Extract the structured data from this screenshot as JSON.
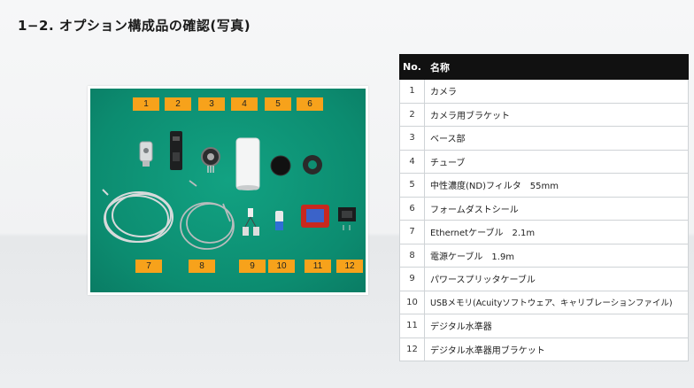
{
  "title": "1−2. オプション構成品の確認(写真)",
  "photo": {
    "labels": [
      "1",
      "2",
      "3",
      "4",
      "5",
      "6",
      "7",
      "8",
      "9",
      "10",
      "11",
      "12"
    ]
  },
  "table": {
    "headers": {
      "no": "No.",
      "name": "名称"
    },
    "rows": [
      {
        "no": "1",
        "name": "カメラ"
      },
      {
        "no": "2",
        "name": "カメラ用ブラケット"
      },
      {
        "no": "3",
        "name": "ベース部"
      },
      {
        "no": "4",
        "name": "チューブ"
      },
      {
        "no": "5",
        "name": "中性濃度(ND)フィルタ　55mm"
      },
      {
        "no": "6",
        "name": "フォームダストシール"
      },
      {
        "no": "7",
        "name": "Ethernetケーブル　2.1m"
      },
      {
        "no": "8",
        "name": "電源ケーブル　1.9m"
      },
      {
        "no": "9",
        "name": "パワースプリッタケーブル"
      },
      {
        "no": "10",
        "name": "USBメモリ(Acuityソフトウェア、キャリブレーションファイル)"
      },
      {
        "no": "11",
        "name": "デジタル水準器"
      },
      {
        "no": "12",
        "name": "デジタル水準器用ブラケット"
      }
    ]
  }
}
